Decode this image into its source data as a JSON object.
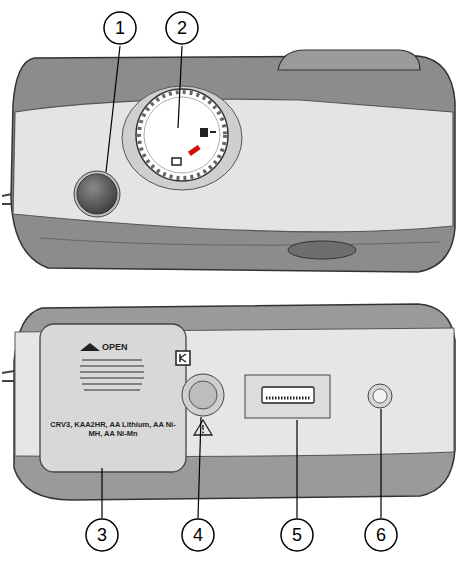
{
  "diagram": {
    "nodes": [
      {
        "text": [
          "1"
        ]
      },
      {
        "text": [
          "2"
        ]
      },
      {
        "text": [
          "3"
        ]
      },
      {
        "text": [
          "4"
        ]
      },
      {
        "text": [
          "5"
        ]
      },
      {
        "text": [
          "6"
        ]
      }
    ],
    "labels": [
      "OPEN",
      "CRV3, KAA2HR, AA Lithium, AA Ni-MH, AA Ni-Mn"
    ]
  }
}
